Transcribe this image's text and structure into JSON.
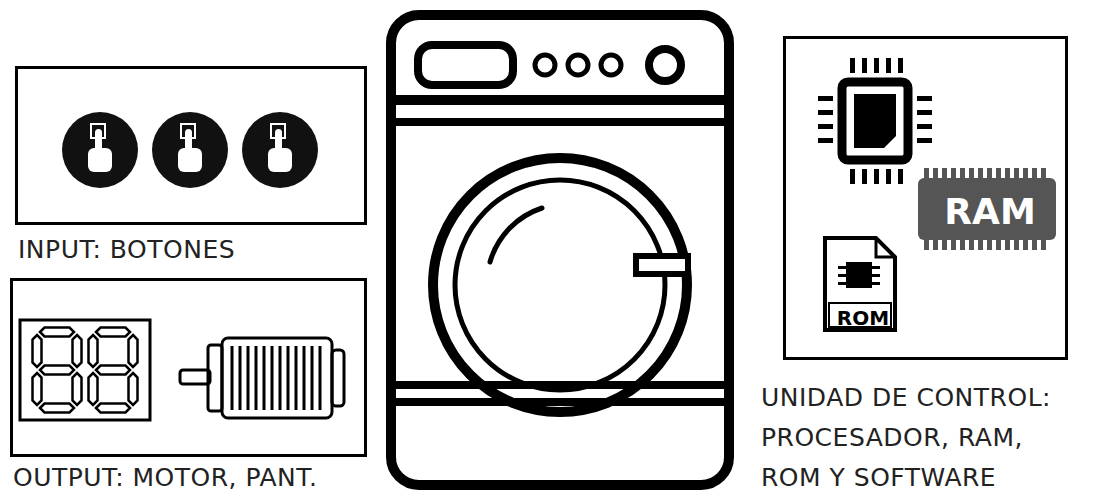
{
  "diagram": {
    "nodes": [
      {
        "text": [
          "INPUT: BOTONES"
        ]
      },
      {
        "text": [
          "OUTPUT: MOTOR, PANT."
        ]
      },
      {
        "text": [
          "UNIDAD DE CONTROL: PROCESADOR, RAM, ROM Y SOFTWARE"
        ]
      }
    ],
    "labels": [
      "RAM",
      "ROM"
    ]
  }
}
